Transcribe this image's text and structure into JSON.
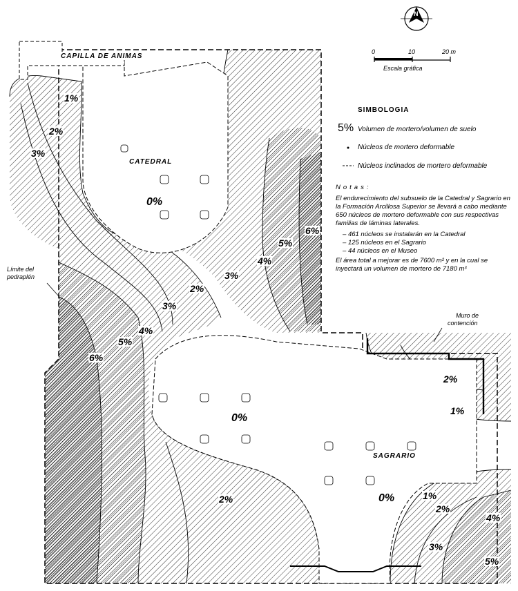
{
  "labels": {
    "capilla": "CAPILLA DE ANIMAS",
    "catedral": "CATEDRAL",
    "sagrario": "SAGRARIO",
    "limite_line1": "Límite del",
    "limite_line2": "pedraplén",
    "muro_line1": "Muro de",
    "muro_line2": "contención"
  },
  "scale": {
    "ticks": [
      "0",
      "10",
      "20 m"
    ],
    "caption": "Escala gráfica"
  },
  "legend": {
    "title": "SIMBOLOGIA",
    "percent_sample": "5%",
    "percent_text": "Volumen de mortero/volumen de suelo",
    "dot_text": "Núcleos de mortero deformable",
    "dash_text": "Núcleos inclinados de mortero deformable"
  },
  "notes": {
    "title": "Notas:",
    "paragraph": "El endurecimiento del subsuelo de la Catedral y Sagrario en la Formación Arcillosa Superior se llevará a cabo mediante 650 núcleos de mortero deformable con sus respectivas familias de láminas laterales.",
    "items": [
      "461 núcleos se instalarán en la Catedral",
      "125 núcleos en el Sagrario",
      "44 núcleos en el Museo"
    ],
    "area_text": "El área total a mejorar es de 7600 m² y en la cual se inyectará un volumen de mortero de 7180 m³"
  },
  "contours": {
    "c1": "1%",
    "c2": "2%",
    "c3": "3%",
    "c4": "4%",
    "c5": "5%",
    "c6": "6%",
    "cat0": "0%",
    "sag0": "0%",
    "mid2": "2%",
    "mid3": "3%",
    "mid4": "4%",
    "e5": "5%",
    "e6": "6%",
    "w3": "3%",
    "w4": "4%",
    "w5": "5%",
    "w6": "6%",
    "bot2": "2%",
    "ne2": "2%",
    "ne1": "1%",
    "se1": "1%",
    "se2": "2%",
    "se3": "3%",
    "se4": "4%",
    "se5": "5%"
  },
  "north_label": "N"
}
